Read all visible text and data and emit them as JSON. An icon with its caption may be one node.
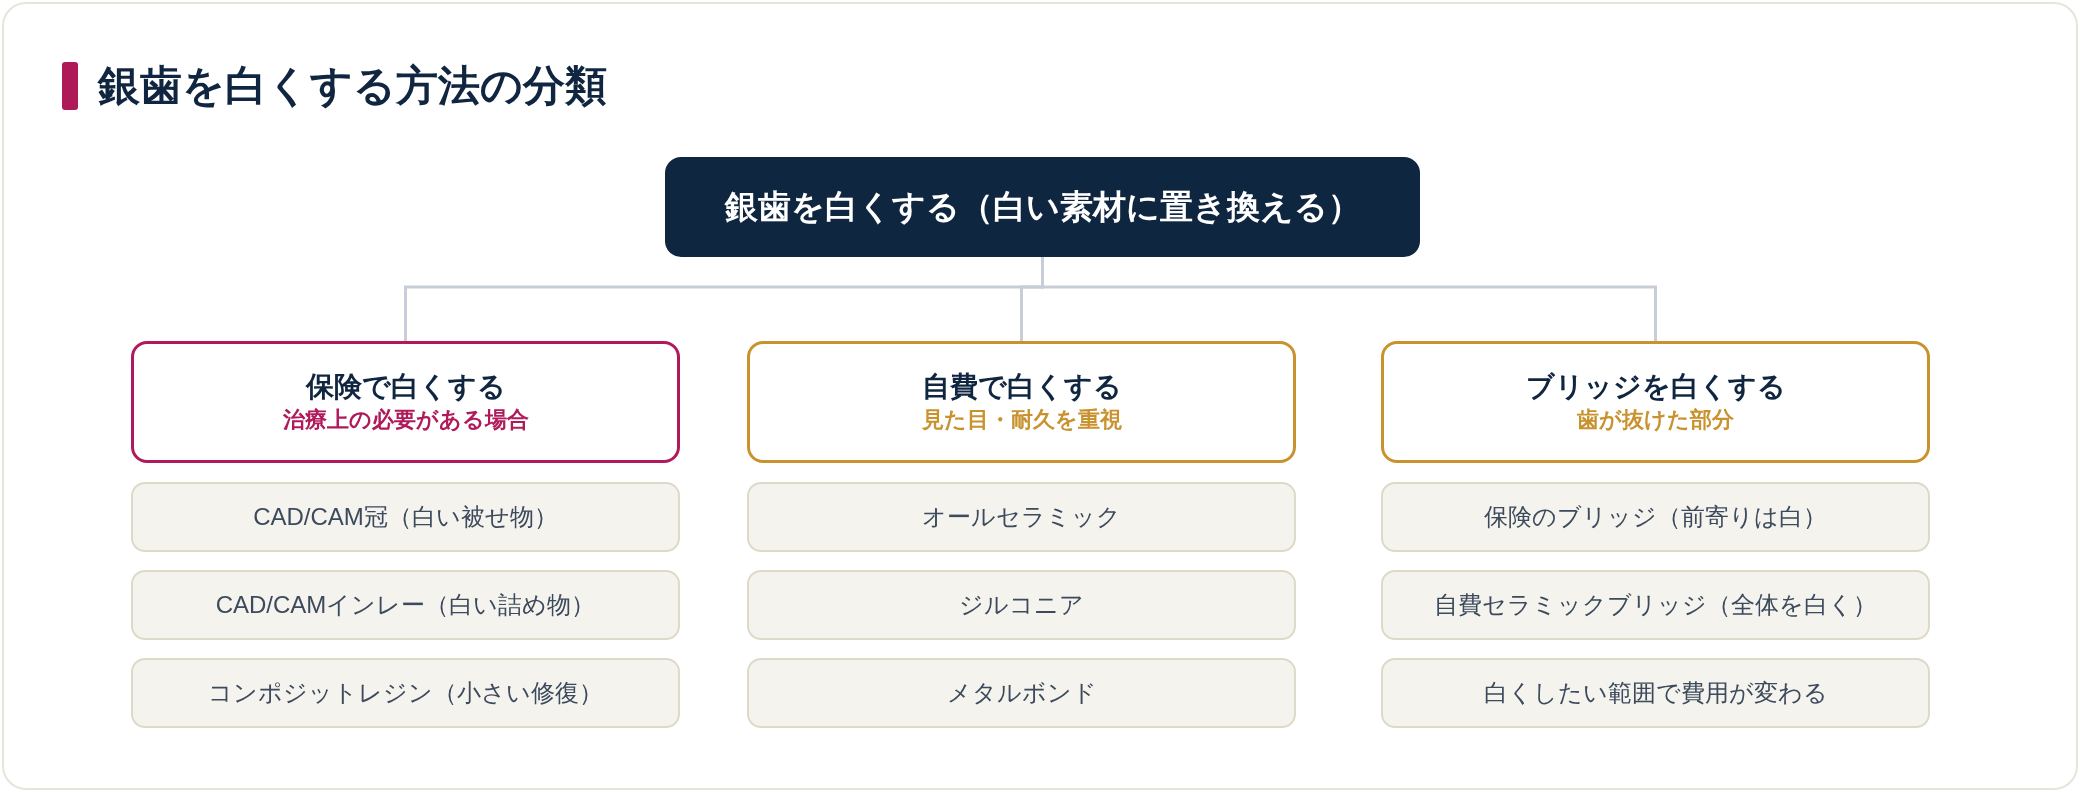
{
  "diagram": {
    "title": "銀歯を白くする方法の分類",
    "nodes": [
      {
        "text": [
          "銀歯を白くする（白い素材に置き換える）"
        ]
      },
      {
        "text": [
          "保険で白くする",
          "治療上の必要がある場合"
        ]
      },
      {
        "text": [
          "自費で白くする",
          "見た目・耐久を重視"
        ]
      },
      {
        "text": [
          "ブリッジを白くする",
          "歯が抜けた部分"
        ]
      },
      {
        "text": [
          "CAD/CAM冠（白い被せ物）"
        ]
      },
      {
        "text": [
          "オールセラミック"
        ]
      },
      {
        "text": [
          "保険のブリッジ（前寄りは白）"
        ]
      },
      {
        "text": [
          "CAD/CAMインレー（白い詰め物）"
        ]
      },
      {
        "text": [
          "ジルコニア"
        ]
      },
      {
        "text": [
          "自費セラミックブリッジ（全体を白く）"
        ]
      },
      {
        "text": [
          "コンポジットレジン（小さい修復）"
        ]
      },
      {
        "text": [
          "メタルボンド"
        ]
      },
      {
        "text": [
          "白くしたい範囲で費用が変わる"
        ]
      }
    ],
    "edges": [
      {
        "from": 0,
        "to": 1,
        "arrow": "none"
      },
      {
        "from": 0,
        "to": 2,
        "arrow": "none"
      },
      {
        "from": 0,
        "to": 3,
        "arrow": "none"
      }
    ]
  }
}
